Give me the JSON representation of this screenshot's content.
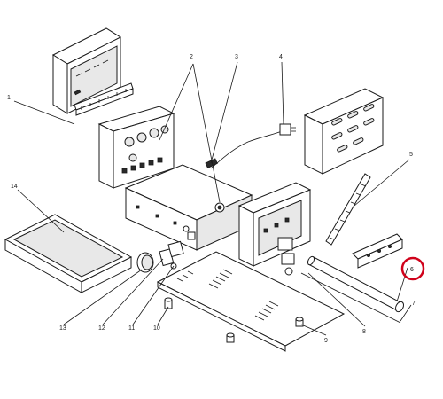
{
  "diagram": {
    "callouts": [
      {
        "id": "callout-1",
        "label": "1"
      },
      {
        "id": "callout-2",
        "label": "2"
      },
      {
        "id": "callout-3",
        "label": "3"
      },
      {
        "id": "callout-4",
        "label": "4"
      },
      {
        "id": "callout-5",
        "label": "5"
      },
      {
        "id": "callout-6",
        "label": "6"
      },
      {
        "id": "callout-7",
        "label": "7"
      },
      {
        "id": "callout-8",
        "label": "8"
      },
      {
        "id": "callout-9",
        "label": "9"
      },
      {
        "id": "callout-10",
        "label": "10"
      },
      {
        "id": "callout-11",
        "label": "11"
      },
      {
        "id": "callout-12",
        "label": "12"
      },
      {
        "id": "callout-13",
        "label": "13"
      },
      {
        "id": "callout-14",
        "label": "14"
      }
    ],
    "highlighted_callout": "6",
    "highlight_color": "#d0021b"
  }
}
